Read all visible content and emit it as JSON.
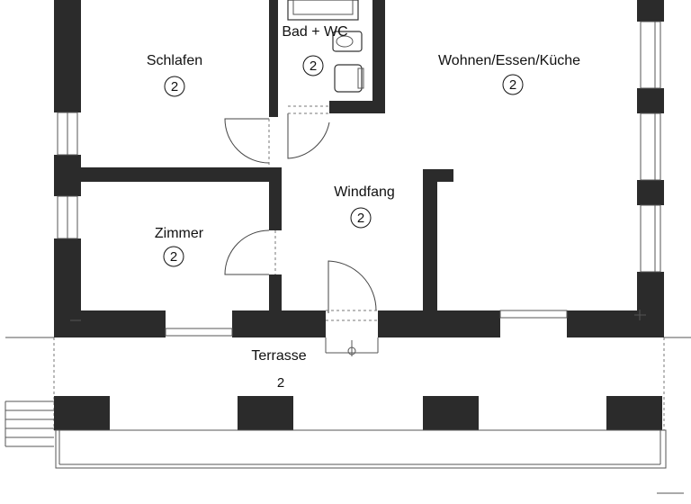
{
  "rooms": [
    {
      "id": "schlafen",
      "name": "Schlafen",
      "count": "2"
    },
    {
      "id": "bad-wc",
      "name": "Bad + WC",
      "count": "2"
    },
    {
      "id": "wohnen-essen-kueche",
      "name": "Wohnen/Essen/Küche",
      "count": "2"
    },
    {
      "id": "windfang",
      "name": "Windfang",
      "count": "2"
    },
    {
      "id": "zimmer",
      "name": "Zimmer",
      "count": "2"
    },
    {
      "id": "terrasse",
      "name": "Terrasse",
      "count": "2"
    }
  ],
  "colors": {
    "wall": "#2b2b2b",
    "background": "#ffffff",
    "line": "#555555"
  }
}
